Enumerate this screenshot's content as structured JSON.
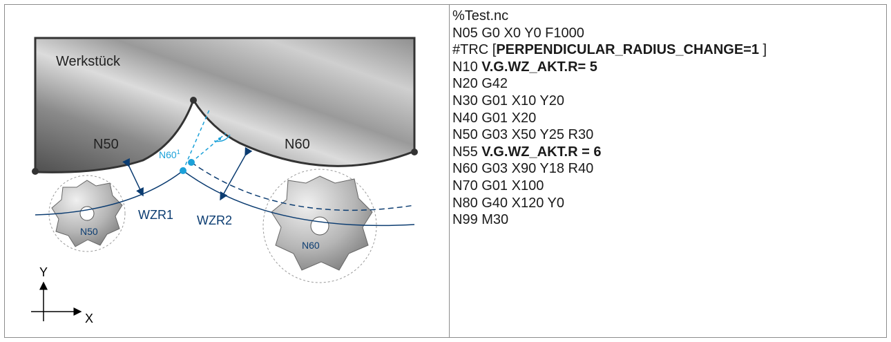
{
  "figure": {
    "workpiece_label": "Werkstück",
    "segment_n50": "N50",
    "segment_n60": "N60",
    "point_label": "N60",
    "point_superscript": "1",
    "wzr1": "WZR1",
    "wzr2": "WZR2",
    "tool_n50": "N50",
    "tool_n60": "N60",
    "axis_y": "Y",
    "axis_x": "X",
    "colors": {
      "contour": "#0b3c71",
      "accent": "#1ba1d9",
      "tool_fill": "#a9a9a9",
      "workpiece_dark": "#5a5a5a"
    }
  },
  "program": {
    "lines": [
      {
        "pre": "%Test.nc",
        "bold": "",
        "post": ""
      },
      {
        "pre": "N05 G0 X0 Y0 F1000",
        "bold": "",
        "post": ""
      },
      {
        "pre": "#TRC [",
        "bold": "PERPENDICULAR_RADIUS_CHANGE=1",
        "post": " ]"
      },
      {
        "pre": "N10 ",
        "bold": "V.G.WZ_AKT.R= 5",
        "post": ""
      },
      {
        "pre": "N20 G42",
        "bold": "",
        "post": ""
      },
      {
        "pre": "N30 G01 X10 Y20",
        "bold": "",
        "post": ""
      },
      {
        "pre": "N40 G01 X20",
        "bold": "",
        "post": ""
      },
      {
        "pre": "N50 G03 X50 Y25 R30",
        "bold": "",
        "post": ""
      },
      {
        "pre": "N55 ",
        "bold": "V.G.WZ_AKT.R = 6",
        "post": ""
      },
      {
        "pre": "N60 G03 X90 Y18 R40",
        "bold": "",
        "post": ""
      },
      {
        "pre": "N70 G01 X100",
        "bold": "",
        "post": ""
      },
      {
        "pre": "N80 G40 X120 Y0",
        "bold": "",
        "post": ""
      },
      {
        "pre": "N99 M30",
        "bold": "",
        "post": ""
      }
    ]
  }
}
